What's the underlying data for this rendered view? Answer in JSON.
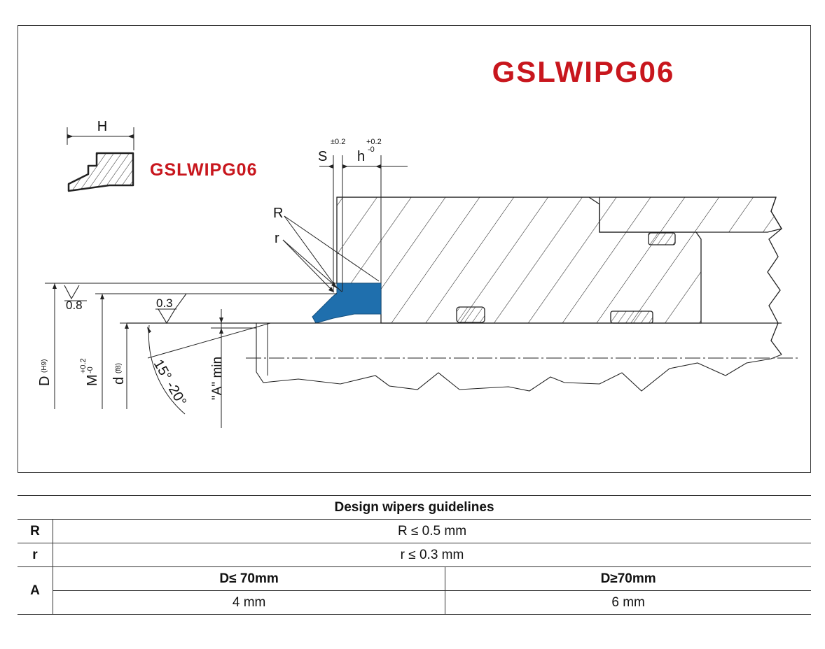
{
  "title": "GSLWIPG06",
  "diagram": {
    "inset_label": "GSLWIPG06",
    "inset_dim": "H",
    "dims": {
      "S": "S",
      "S_tol": "±0.2",
      "h": "h",
      "h_tol_upper": "+0.2",
      "h_tol_lower": "-0",
      "R": "R",
      "r": "r",
      "roughness_08": "0.8",
      "roughness_03": "0.3",
      "D": "D",
      "D_fit": "(H9)",
      "M": "M",
      "M_tol_upper": "+0.2",
      "M_tol_lower": "-0",
      "d": "d",
      "d_fit": "(f8)",
      "angle": "15° -20°",
      "A_min": "\"A\" min"
    },
    "colors": {
      "seal": "#1f6fad",
      "brand": "#c8161d",
      "line": "#222222"
    }
  },
  "table": {
    "title": "Design wipers guidelines",
    "rows": [
      {
        "key": "R",
        "value": "R ≤ 0.5 mm"
      },
      {
        "key": "r",
        "value": "r  ≤ 0.3 mm"
      }
    ],
    "A": {
      "key": "A",
      "col1_header": "D≤ 70mm",
      "col2_header": "D≥70mm",
      "col1_value": "4 mm",
      "col2_value": "6 mm"
    }
  }
}
